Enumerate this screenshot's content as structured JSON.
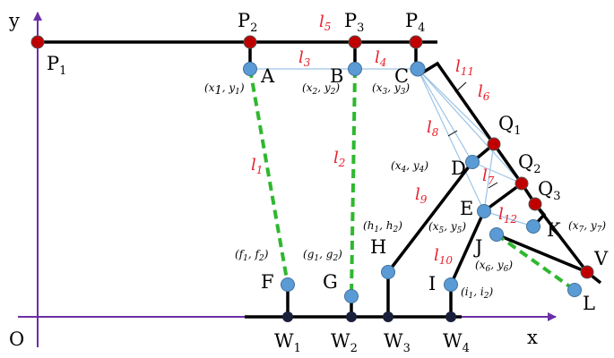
{
  "colors": {
    "axis": "#6a2fa8",
    "link": "#000000",
    "red_joint": "#c00000",
    "blue_joint": "#5b9bd5",
    "thin_link": "#9dc3e6",
    "dashed": "#2eb82e",
    "red_label": "#e8202a"
  },
  "axes": {
    "y_label": "y",
    "x_label": "x",
    "origin_label": "O"
  },
  "points": {
    "P1": {
      "base": "P",
      "sub": "1"
    },
    "P2": {
      "base": "P",
      "sub": "2"
    },
    "P3": {
      "base": "P",
      "sub": "3"
    },
    "P4": {
      "base": "P",
      "sub": "4"
    },
    "Q1": {
      "base": "Q",
      "sub": "1"
    },
    "Q2": {
      "base": "Q",
      "sub": "2"
    },
    "Q3": {
      "base": "Q",
      "sub": "3"
    },
    "W1": {
      "base": "W",
      "sub": "1"
    },
    "W2": {
      "base": "W",
      "sub": "2"
    },
    "W3": {
      "base": "W",
      "sub": "3"
    },
    "W4": {
      "base": "W",
      "sub": "4"
    },
    "A": "A",
    "B": "B",
    "C": "C",
    "D": "D",
    "E": "E",
    "F": "F",
    "G": "G",
    "H": "H",
    "I": "I",
    "J": "J",
    "K": "K",
    "L": "L",
    "V": "V"
  },
  "coords": {
    "A": {
      "a": "x",
      "as": "1",
      "b": "y",
      "bs": "1"
    },
    "B": {
      "a": "x",
      "as": "2",
      "b": "y",
      "bs": "2"
    },
    "C": {
      "a": "x",
      "as": "3",
      "b": "y",
      "bs": "3"
    },
    "D": {
      "a": "x",
      "as": "4",
      "b": "y",
      "bs": "4"
    },
    "E": {
      "a": "x",
      "as": "5",
      "b": "y",
      "bs": "5"
    },
    "J": {
      "a": "x",
      "as": "6",
      "b": "y",
      "bs": "6"
    },
    "K": {
      "a": "x",
      "as": "7",
      "b": "y",
      "bs": "7"
    },
    "F": {
      "a": "f",
      "as": "1",
      "b": "f",
      "bs": "2"
    },
    "G": {
      "a": "g",
      "as": "1",
      "b": "g",
      "bs": "2"
    },
    "H": {
      "a": "h",
      "as": "1",
      "b": "h",
      "bs": "2"
    },
    "I": {
      "a": "i",
      "as": "1",
      "b": "i",
      "bs": "2"
    }
  },
  "links": {
    "l1": {
      "base": "l",
      "sub": "1"
    },
    "l2": {
      "base": "l",
      "sub": "2"
    },
    "l3": {
      "base": "l",
      "sub": "3"
    },
    "l4": {
      "base": "l",
      "sub": "4"
    },
    "l5": {
      "base": "l",
      "sub": "5"
    },
    "l6": {
      "base": "l",
      "sub": "6"
    },
    "l7": {
      "base": "l",
      "sub": "7"
    },
    "l8": {
      "base": "l",
      "sub": "8"
    },
    "l9": {
      "base": "l",
      "sub": "9"
    },
    "l10": {
      "base": "l",
      "sub": "10"
    },
    "l11": {
      "base": "l",
      "sub": "11"
    },
    "l12": {
      "base": "l",
      "sub": "12"
    }
  }
}
